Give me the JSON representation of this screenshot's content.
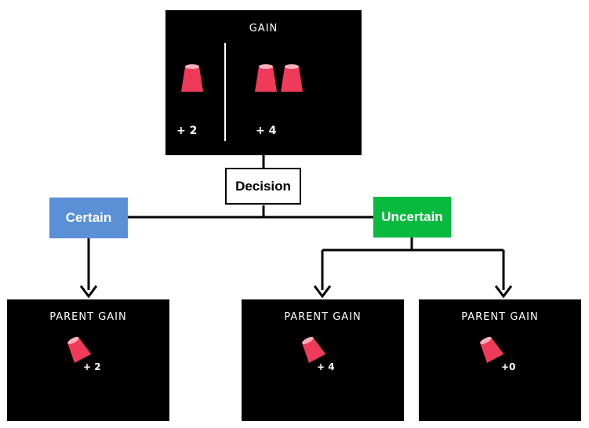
{
  "colors": {
    "panel": "#000000",
    "cup": "#f03a5a",
    "certain": "#5b8fd6",
    "uncertain": "#0aba3e"
  },
  "top_panel": {
    "title": "GAIN",
    "left_value": "+ 2",
    "right_value": "+ 4"
  },
  "decision_label": "Decision",
  "certain_label": "Certain",
  "uncertain_label": "Uncertain",
  "outcomes": [
    {
      "title": "PARENT GAIN",
      "value": "+ 2"
    },
    {
      "title": "PARENT GAIN",
      "value": "+ 4"
    },
    {
      "title": "PARENT GAIN",
      "value": "+0"
    }
  ],
  "icons": [
    "cup-icon",
    "arrow-down-icon"
  ]
}
